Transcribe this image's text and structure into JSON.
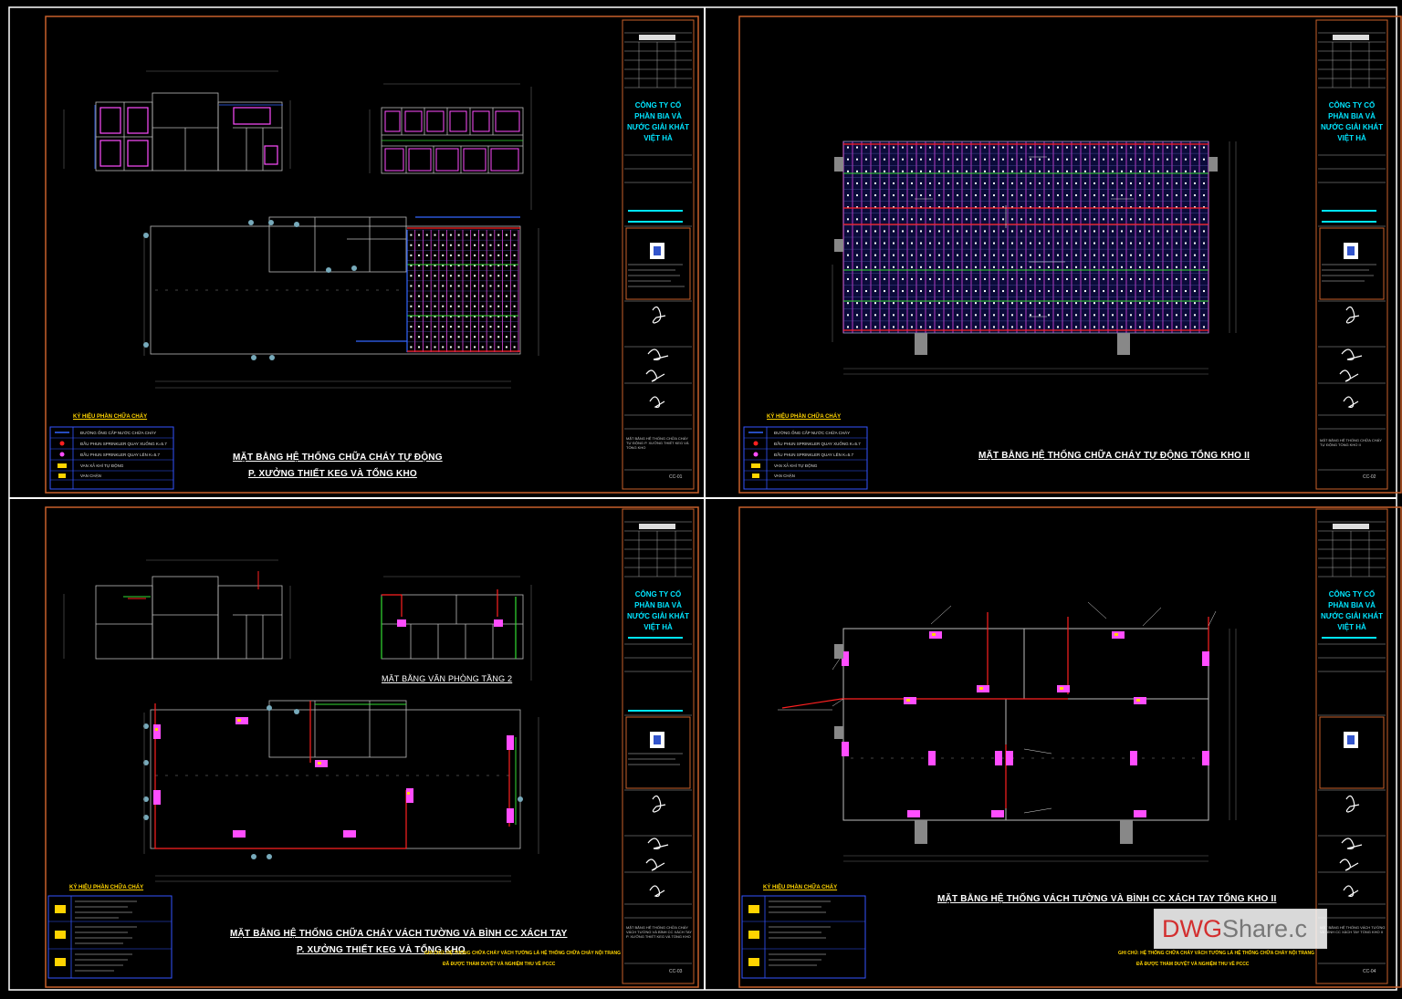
{
  "colors": {
    "border_orange": "#c8612a",
    "sprinkler_pink": "#ff4dff",
    "pipe_red": "#ff2020",
    "green_line": "#33dd33",
    "blue_line": "#3366ff",
    "cyan_text": "#00e5ff",
    "yellow_text": "#ffd400"
  },
  "titleblock": {
    "company": "CÔNG TY CỔ PHẦN BIA VÀ NƯỚC GIẢI KHÁT VIỆT HÀ"
  },
  "sheets": [
    {
      "title_line1": "MẶT BẰNG HỆ THỐNG CHỮA CHÁY TỰ ĐỘNG",
      "title_line2": "P. XƯỞNG THIẾT KEG VÀ TỔNG KHO",
      "legend_title": "KÝ HIỆU PHẦN CHỮA CHÁY",
      "legend_items": [
        "ĐƯỜNG ỐNG CẤP NƯỚC CHỮA CHÁY",
        "ĐẦU PHUN SPRINKLER QUAY XUỐNG K=5.7",
        "ĐẦU PHUN SPRINKLER QUAY LÊN K=5.7",
        "VAN XẢ KHÍ TỰ ĐỘNG",
        "VAN CHẶN"
      ],
      "drawing_no": "CC-01",
      "sheet_title_tb": "MẶT BẰNG HỆ THỐNG CHỮA CHÁY TỰ ĐỘNG P. XƯỞNG THIẾT KEG VÀ TỔNG KHO"
    },
    {
      "title_line1": "MẶT BẰNG HỆ THỐNG CHỮA CHÁY TỰ ĐỘNG TỔNG KHO II",
      "legend_title": "KÝ HIỆU PHẦN CHỮA CHÁY",
      "legend_items": [
        "ĐƯỜNG ỐNG CẤP NƯỚC CHỮA CHÁY",
        "ĐẦU PHUN SPRINKLER QUAY XUỐNG K=5.7",
        "ĐẦU PHUN SPRINKLER QUAY LÊN K=5.7",
        "VAN XẢ KHÍ TỰ ĐỘNG",
        "VAN CHẶN"
      ],
      "drawing_no": "CC-02",
      "sheet_title_tb": "MẶT BẰNG HỆ THỐNG CHỮA CHÁY TỰ ĐỘNG TỔNG KHO II"
    },
    {
      "title_line1": "MẶT BẰNG HỆ THỐNG CHỮA CHÁY VÁCH TƯỜNG VÀ BÌNH CC XÁCH TAY",
      "title_line2": "P. XƯỞNG THIẾT KEG VÀ TỔNG KHO",
      "subtitle": "MẶT BẰNG VĂN PHÒNG TẦNG 2",
      "legend_title": "KÝ HIỆU PHẦN CHỮA CHÁY",
      "note": "GHI CHÚ: HỆ THỐNG CHỮA CHÁY VÁCH TƯỜNG LÀ HỆ THỐNG CHỮA CHÁY NỘI TRANG",
      "note2": "ĐÃ ĐƯỢC THẨM DUYỆT VÀ NGHIỆM THU VỀ PCCC",
      "drawing_no": "CC-03",
      "sheet_title_tb": "MẶT BẰNG HỆ THỐNG CHỮA CHÁY VÁCH TƯỜNG VÀ BÌNH CC XÁCH TAY P. XƯỞNG THIẾT KEG VÀ TỔNG KHO"
    },
    {
      "title_line1": "MẶT BẰNG HỆ THỐNG VÁCH TƯỜNG VÀ BÌNH CC XÁCH TAY TỔNG KHO II",
      "legend_title": "KÝ HIỆU PHẦN CHỮA CHÁY",
      "note": "GHI CHÚ: HỆ THỐNG CHỮA CHÁY VÁCH TƯỜNG LÀ HỆ THỐNG CHỮA CHÁY NỘI TRANG",
      "note2": "ĐÃ ĐƯỢC THẨM DUYỆT VÀ NGHIỆM THU VỀ PCCC",
      "drawing_no": "CC-04",
      "sheet_title_tb": "MẶT BẰNG HỆ THỐNG VÁCH TƯỜNG VÀ BÌNH CC XÁCH TAY TỔNG KHO II"
    }
  ],
  "watermark": {
    "part1": "DWG",
    "part2": "Share.c"
  }
}
